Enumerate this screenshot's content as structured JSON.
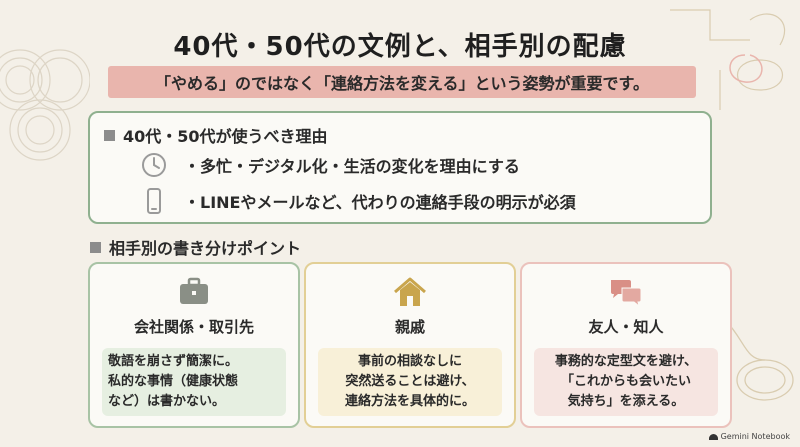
{
  "title": "40代・50代の文例と、相手別の配慮",
  "subtitle": "「やめる」のではなく「連絡方法を変える」という姿勢が重要です。",
  "reasons": {
    "heading": "40代・50代が使うべき理由",
    "items": [
      {
        "icon": "clock-icon",
        "text": "・多忙・デジタル化・生活の変化を理由にする"
      },
      {
        "icon": "smartphone-icon",
        "text": "・LINEやメールなど、代わりの連絡手段の明示が必須"
      }
    ]
  },
  "points": {
    "heading": "相手別の書き分けポイント",
    "cards": [
      {
        "icon": "briefcase-icon",
        "title": "会社関係・取引先",
        "body": "敬語を崩さず簡潔に。\n私的な事情（健康状態\nなど）は書かない。",
        "color": "#a8c3a5"
      },
      {
        "icon": "house-icon",
        "title": "親戚",
        "body": "事前の相談なしに\n突然送ることは避け、\n連絡方法を具体的に。",
        "color": "#e2cf95"
      },
      {
        "icon": "chat-bubbles-icon",
        "title": "友人・知人",
        "body": "事務的な定型文を避け、\n「これからも会いたい\n気持ち」を添える。",
        "color": "#ebc2bc"
      }
    ]
  },
  "footer": {
    "brand": "Gemini Notebook"
  },
  "colors": {
    "accent_band": "#e9b5ad",
    "reason_border": "#8fb08f",
    "icon_gray": "#9a9a9a",
    "briefcase": "#8a8f86",
    "house": "#c9a54d",
    "chat": "#d98f86"
  }
}
